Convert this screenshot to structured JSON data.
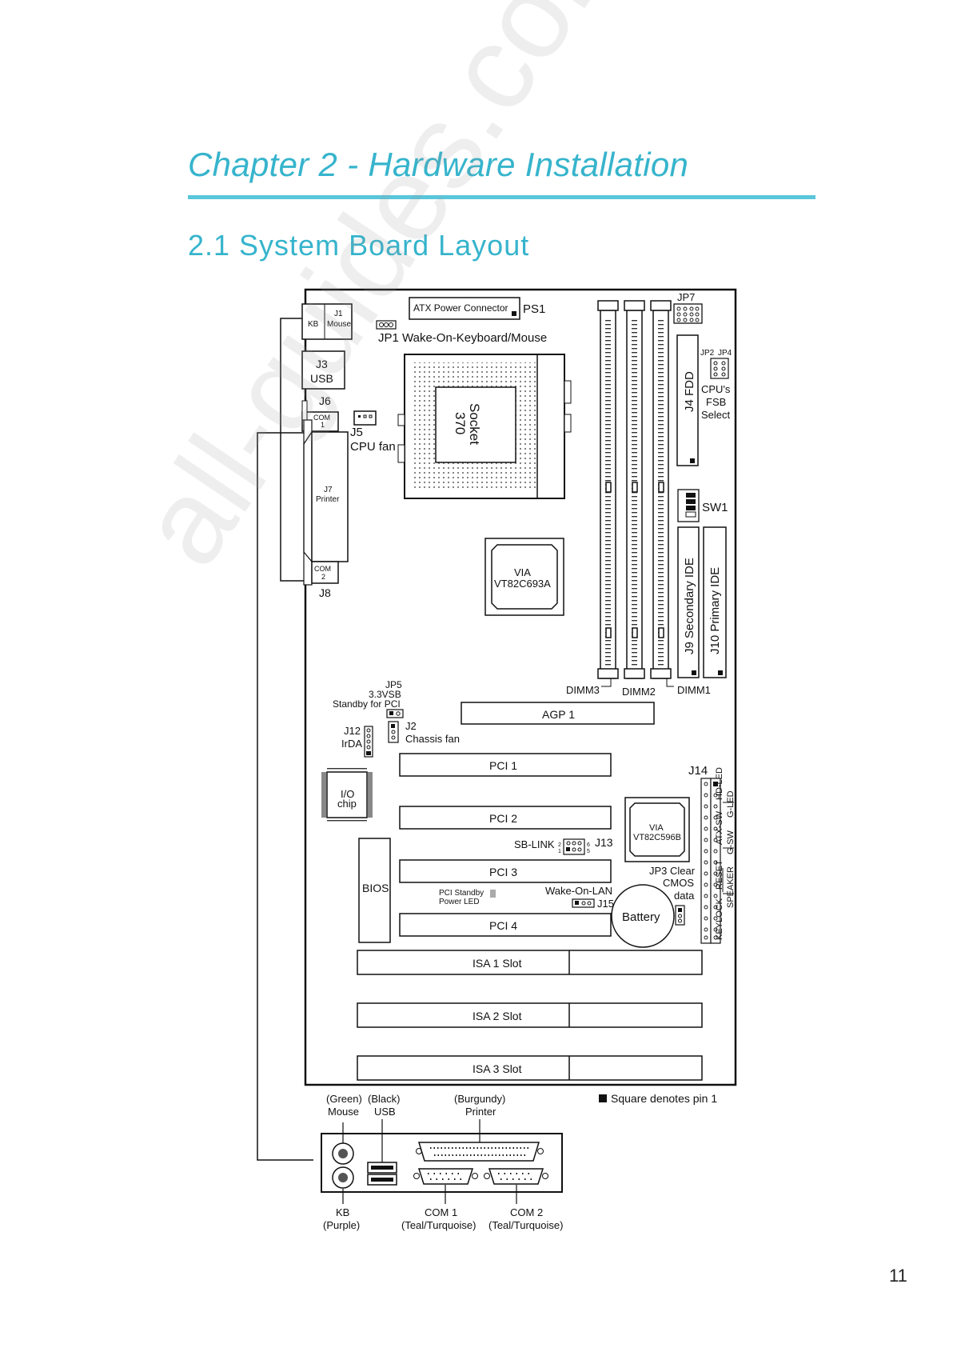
{
  "header": {
    "chapter_title": "Chapter 2 - Hardware Installation",
    "section_title": "2.1 System Board Layout"
  },
  "watermark": "all-guides.com",
  "page_number": "11",
  "board": {
    "atx_power": "ATX Power Connector",
    "ps1": "PS1",
    "jp1": "JP1 Wake-On-Keyboard/Mouse",
    "jp7": "JP7",
    "j1": "J1",
    "mouse": "Mouse",
    "kb": "KB",
    "j3": "J3",
    "usb": "USB",
    "j6": "J6",
    "com1": "COM",
    "com1_num": "1",
    "j5": "J5",
    "cpu_fan": "CPU fan",
    "socket": "Socket",
    "socket_num": "370",
    "j7": "J7",
    "printer": "Printer",
    "com2": "COM",
    "com2_num": "2",
    "j8": "J8",
    "j4_fdd": "J4 FDD",
    "jp2": "JP2",
    "jp4": "JP4",
    "cpu_fsb_1": "CPU's",
    "cpu_fsb_2": "FSB",
    "cpu_fsb_3": "Select",
    "sw1": "SW1",
    "via1_line1": "VIA",
    "via1_line2": "VT82C693A",
    "j9": "J9 Secondary IDE",
    "j10": "J10 Primary IDE",
    "dimm3": "DIMM3",
    "dimm2": "DIMM2",
    "dimm1": "DIMM1",
    "jp5": "JP5",
    "jp5_sub": "3.3VSB",
    "jp5_desc": "Standby for PCI",
    "j2": "J2",
    "chassis_fan": "Chassis fan",
    "agp1": "AGP 1",
    "j12": "J12",
    "irda": "IrDA",
    "io_chip_1": "I/O",
    "io_chip_2": "chip",
    "pci1": "PCI 1",
    "pci2": "PCI 2",
    "pci3": "PCI 3",
    "pci4": "PCI 4",
    "sb_link": "SB-LINK",
    "j13": "J13",
    "pin2": "2",
    "pin1": "1",
    "pin6": "6",
    "pin5": "5",
    "j14": "J14",
    "hd_led": "HD-LED",
    "g_led": "G-LED",
    "atx_sw": "ATX-SW",
    "g_sw": "G-SW",
    "reset": "RESET",
    "speaker": "SPEAKER",
    "keylock": "KEYLOCK",
    "via2_line1": "VIA",
    "via2_line2": "VT82C596B",
    "jp3_1": "JP3 Clear",
    "jp3_2": "CMOS",
    "jp3_3": "data",
    "bios": "BIOS",
    "pci_standby_1": "PCI Standby",
    "pci_standby_2": "Power LED",
    "wake_on_lan": "Wake-On-LAN",
    "j15": "J15",
    "battery": "Battery",
    "isa1": "ISA 1 Slot",
    "isa2": "ISA 2 Slot",
    "isa3": "ISA 3 Slot",
    "legend": "Square denotes pin 1"
  },
  "back_panel": {
    "mouse_color": "(Green)",
    "mouse": "Mouse",
    "usb_color": "(Black)",
    "usb": "USB",
    "printer_color": "(Burgundy)",
    "printer": "Printer",
    "kb": "KB",
    "kb_color": "(Purple)",
    "com1": "COM 1",
    "com1_color": "(Teal/Turquoise)",
    "com2": "COM 2",
    "com2_color": "(Teal/Turquoise)"
  }
}
